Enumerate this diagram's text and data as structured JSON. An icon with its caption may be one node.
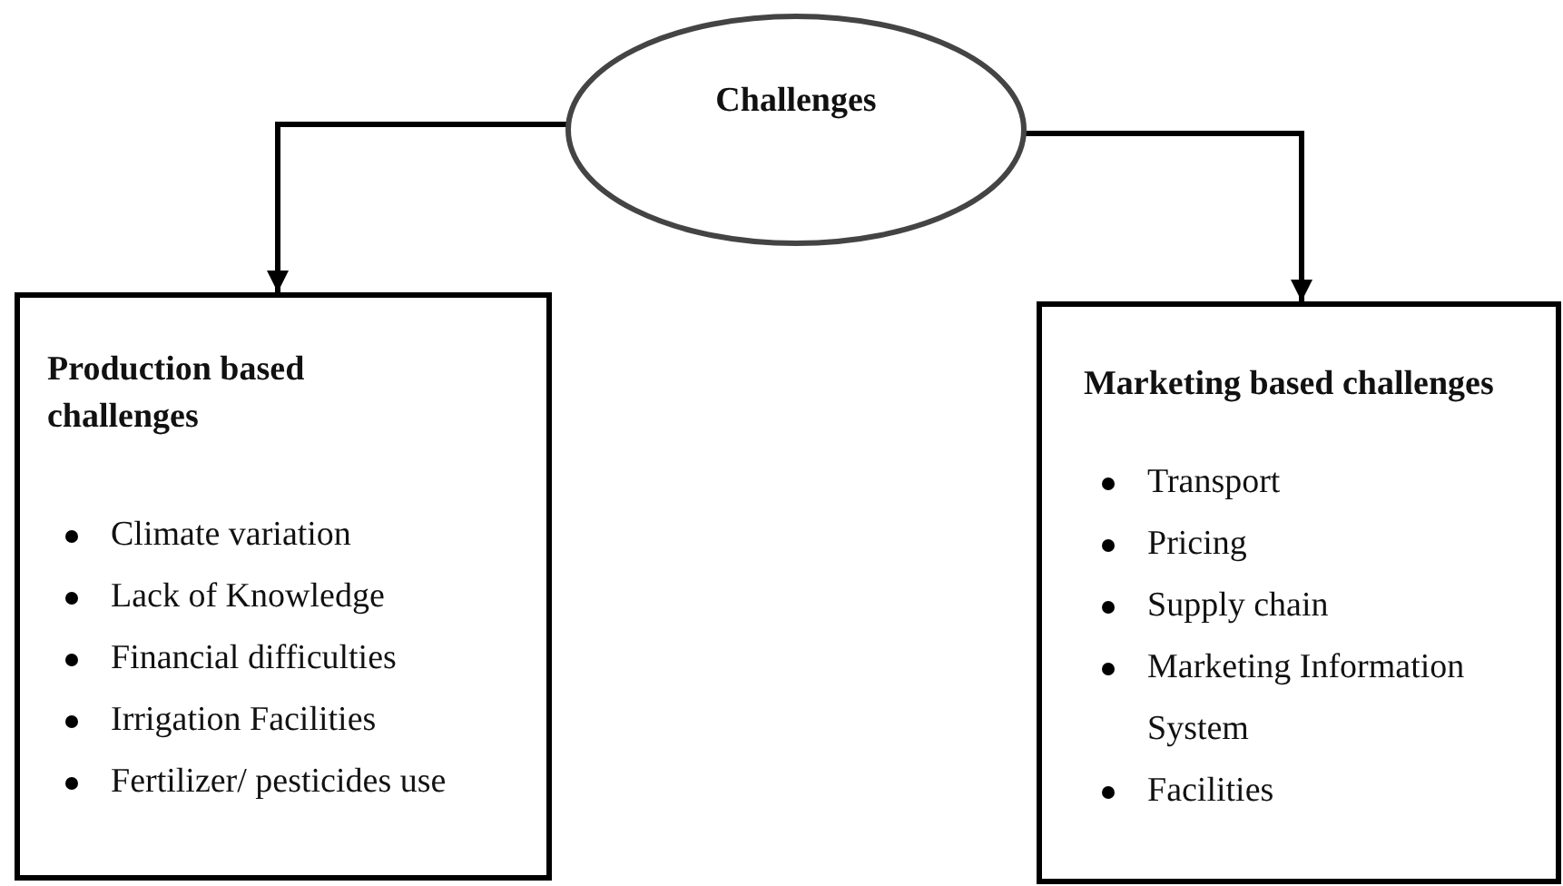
{
  "diagram": {
    "nodes": [
      {
        "text": [
          "Challenges"
        ]
      },
      {
        "text": [
          "Production based challenges",
          "Climate variation",
          "Lack of Knowledge",
          "Financial difficulties",
          "Irrigation Facilities",
          "Fertilizer/ pesticides use"
        ]
      },
      {
        "text": [
          "Marketing based challenges",
          "Transport",
          "Pricing",
          "Supply chain",
          "Marketing Information System",
          "Facilities"
        ]
      }
    ],
    "edges": [
      {
        "from": 0,
        "to": 1,
        "arrow": "to"
      },
      {
        "from": 0,
        "to": 2,
        "arrow": "to"
      }
    ]
  }
}
